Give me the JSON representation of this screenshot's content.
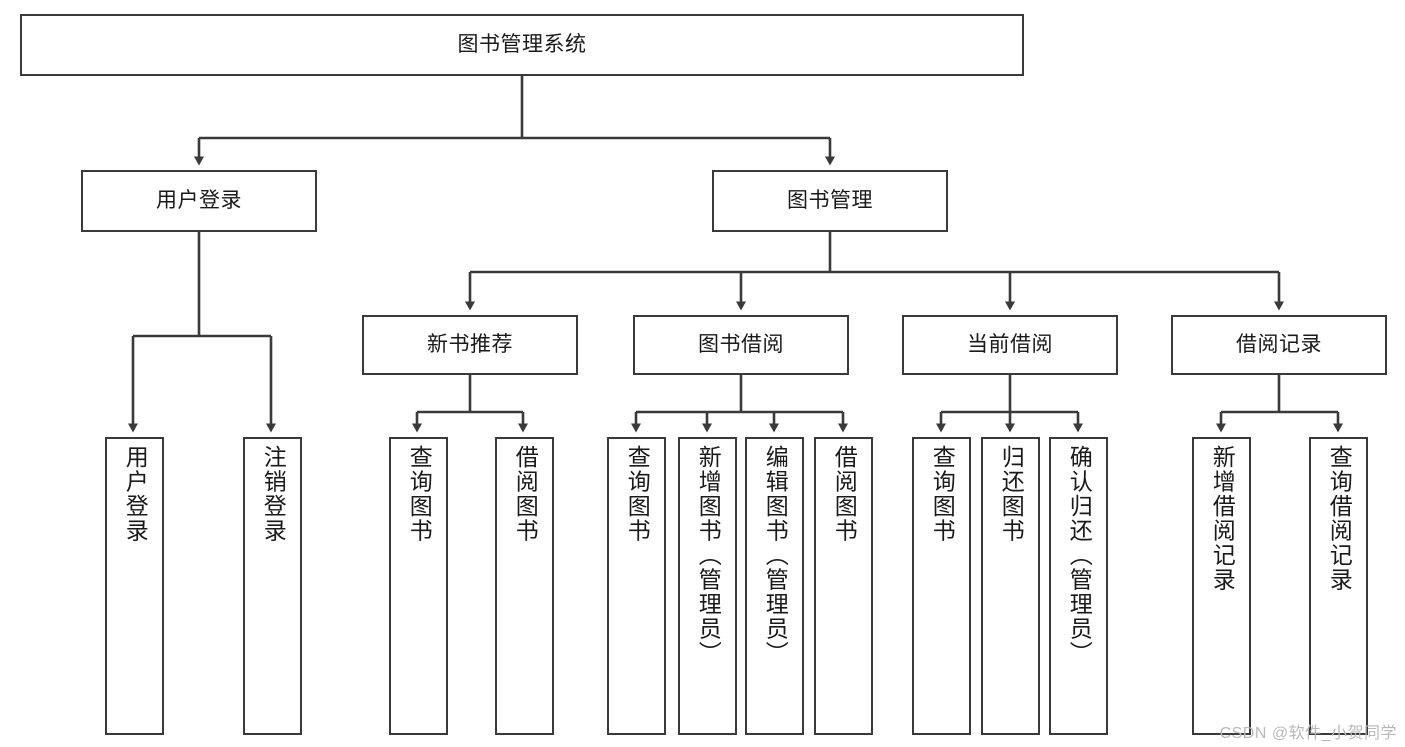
{
  "diagram": {
    "title": "图书管理系统",
    "type": "tree-hierarchy-chart",
    "watermark": "CSDN @软件_小贺同学",
    "colors": {
      "stroke": "#3a3a3a",
      "fill": "#ffffff",
      "text": "#1a1a1a",
      "watermark": "#b9b9b9"
    },
    "nodes": {
      "root": {
        "label": "图书管理系统"
      },
      "level2": [
        {
          "id": "user-login",
          "label": "用户登录"
        },
        {
          "id": "book-manage",
          "label": "图书管理"
        }
      ],
      "level3": [
        {
          "id": "new-book-recommend",
          "label": "新书推荐"
        },
        {
          "id": "book-borrow",
          "label": "图书借阅"
        },
        {
          "id": "current-borrow",
          "label": "当前借阅"
        },
        {
          "id": "borrow-record",
          "label": "借阅记录"
        }
      ],
      "leaves": {
        "user-login": [
          {
            "id": "leaf-user-login",
            "label": "用户登录"
          },
          {
            "id": "leaf-logout",
            "label": "注销登录"
          }
        ],
        "new-book-recommend": [
          {
            "id": "leaf-query-book-1",
            "label": "查询图书"
          },
          {
            "id": "leaf-borrow-book-1",
            "label": "借阅图书"
          }
        ],
        "book-borrow": [
          {
            "id": "leaf-query-book-2",
            "label": "查询图书"
          },
          {
            "id": "leaf-add-book",
            "label": "新增图书（管理员）"
          },
          {
            "id": "leaf-edit-book",
            "label": "编辑图书（管理员）"
          },
          {
            "id": "leaf-borrow-book-2",
            "label": "借阅图书"
          }
        ],
        "current-borrow": [
          {
            "id": "leaf-query-book-3",
            "label": "查询图书"
          },
          {
            "id": "leaf-return-book",
            "label": "归还图书"
          },
          {
            "id": "leaf-confirm-return",
            "label": "确认归还（管理员）"
          }
        ],
        "borrow-record": [
          {
            "id": "leaf-add-record",
            "label": "新增借阅记录"
          },
          {
            "id": "leaf-query-record",
            "label": "查询借阅记录"
          }
        ]
      }
    }
  }
}
